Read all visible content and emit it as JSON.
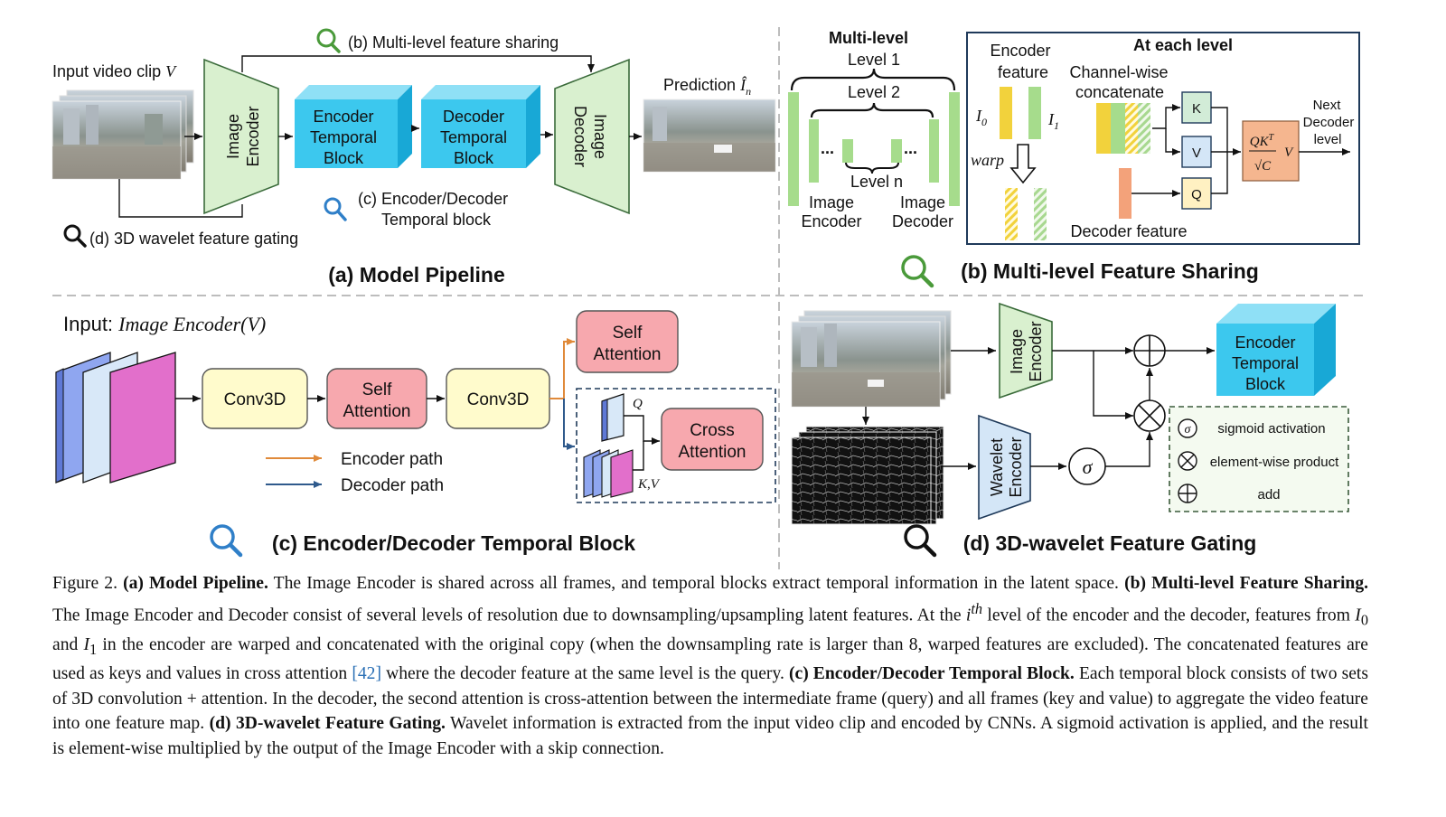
{
  "panel_a": {
    "input_label": "Input video clip",
    "input_symbol": "V",
    "image_encoder": [
      "Image",
      "Encoder"
    ],
    "encoder_temporal_block": [
      "Encoder",
      "Temporal",
      "Block"
    ],
    "decoder_temporal_block": [
      "Decoder",
      "Temporal",
      "Block"
    ],
    "image_decoder": [
      "Image",
      "Decoder"
    ],
    "prediction_label": "Prediction",
    "prediction_symbol": "Î",
    "prediction_subscript": "n",
    "callout_b": "(b) Multi-level feature sharing",
    "callout_c_line1": "(c) Encoder/Decoder",
    "callout_c_line2": "Temporal block",
    "callout_d": "(d) 3D wavelet feature gating",
    "title": "(a) Model Pipeline"
  },
  "panel_b": {
    "multilevel_title": "Multi-level",
    "level1": "Level 1",
    "level2": "Level 2",
    "leveln": "Level n",
    "ellipsis": "...",
    "image_encoder": [
      "Image",
      "Encoder"
    ],
    "image_decoder": [
      "Image",
      "Decoder"
    ],
    "at_each_level": "At each level",
    "encoder_feature": [
      "Encoder",
      "feature"
    ],
    "channel_wise": [
      "Channel-wise",
      "concatenate"
    ],
    "i0": "I",
    "i0_sub": "0",
    "i1": "I",
    "i1_sub": "1",
    "warp": "warp",
    "k": "K",
    "v": "V",
    "q": "Q",
    "attn_formula_num": "QK",
    "attn_formula_sup": "T",
    "attn_formula_den": "√C",
    "attn_formula_v": "V",
    "next_decoder": [
      "Next",
      "Decoder",
      "level"
    ],
    "decoder_feature": "Decoder feature",
    "title": "(b) Multi-level Feature Sharing"
  },
  "panel_c": {
    "input_prefix": "Input: ",
    "input_expr": "Image Encoder(V)",
    "conv3d_1": "Conv3D",
    "self_attention_1": [
      "Self",
      "Attention"
    ],
    "conv3d_2": "Conv3D",
    "self_attention_2": [
      "Self",
      "Attention"
    ],
    "cross_attention": [
      "Cross",
      "Attention"
    ],
    "q_label": "Q",
    "kv_label": "K,V",
    "encoder_path": "Encoder path",
    "decoder_path": "Decoder path",
    "title": "(c) Encoder/Decoder Temporal Block"
  },
  "panel_d": {
    "image_encoder": [
      "Image",
      "Encoder"
    ],
    "wavelet_encoder": [
      "Wavelet",
      "Encoder"
    ],
    "encoder_temporal_block": [
      "Encoder",
      "Temporal",
      "Block"
    ],
    "sigma": "σ",
    "legend_sigmoid": "sigmoid activation",
    "legend_product": "element-wise product",
    "legend_add": "add",
    "title": "(d) 3D-wavelet Feature Gating"
  },
  "colors": {
    "green_fill": "#d9f0cf",
    "green_stroke": "#3a6b3a",
    "cyan_block": "#3cc8ee",
    "pink_box": "#f7a8ae",
    "yellow_box": "#fffbcc",
    "orange_arrow": "#e08a3a",
    "blue_arrow": "#2f5a8c",
    "k_box": "#d2ecd7",
    "v_box": "#d4e6f7",
    "q_box": "#fff1c2",
    "attn_box": "#f5b68f",
    "ref_blue": "#2a6fb5"
  },
  "caption": {
    "figure_label": "Figure 2.",
    "a_bold": "(a) Model Pipeline.",
    "a_text": " The Image Encoder is shared across all frames, and temporal blocks extract temporal information in the latent space. ",
    "b_bold": "(b) Multi-level Feature Sharing.",
    "b_text_1": " The Image Encoder and Decoder consist of several levels of resolution due to downsampling/upsampling latent features. At the ",
    "b_ith": "i",
    "b_ith_sup": "th",
    "b_text_2": " level of the encoder and the decoder, features from ",
    "b_i0": "I",
    "b_i0_sub": "0",
    "b_and": " and ",
    "b_i1": "I",
    "b_i1_sub": "1",
    "b_text_3": " in the encoder are warped and concatenated with the original copy (when the downsampling rate is larger than 8, warped features are excluded). The concatenated features are used as keys and values in cross attention ",
    "b_ref": "[42]",
    "b_text_4": " where the decoder feature at the same level is the query. ",
    "c_bold": "(c) Encoder/Decoder Temporal Block.",
    "c_text": " Each temporal block consists of two sets of 3D convolution + attention. In the decoder, the second attention is cross-attention between the intermediate frame (query) and all frames (key and value) to aggregate the video feature into one feature map. ",
    "d_bold": "(d) 3D-wavelet Feature Gating.",
    "d_text": " Wavelet information is extracted from the input video clip and encoded by CNNs. A sigmoid activation is applied, and the result is element-wise multiplied by the output of the Image Encoder with a skip connection."
  }
}
